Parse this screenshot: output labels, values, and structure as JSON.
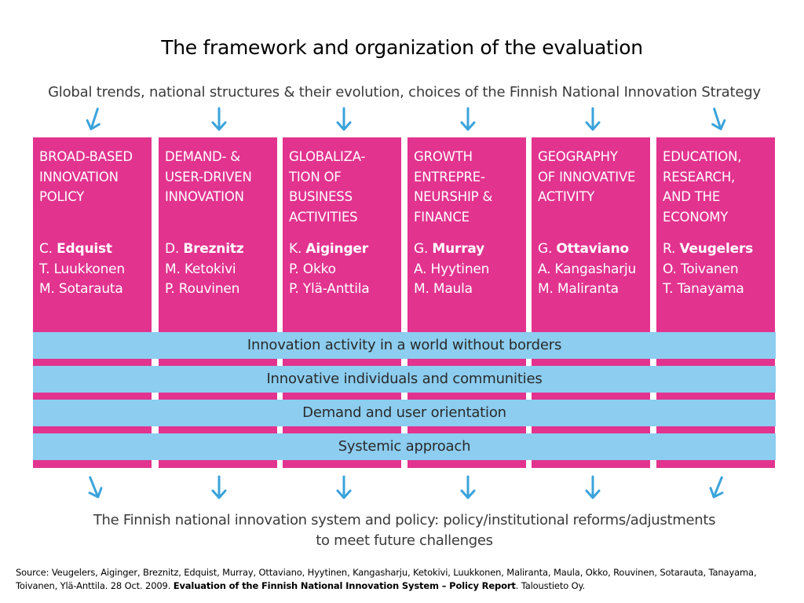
{
  "title": "The framework and organization of the evaluation",
  "top_caption": "Global trends, national structures & their evolution, choices of the Finnish National Innovation Strategy",
  "columns": [
    {
      "heading": "BROAD-BASED\nINNOVATION\nPOLICY",
      "lead_initial": "C.",
      "lead_name": "Edquist",
      "members": [
        "T. Luukkonen",
        "M. Sotarauta"
      ]
    },
    {
      "heading": "DEMAND- &\nUSER-DRIVEN\nINNOVATION",
      "lead_initial": "D.",
      "lead_name": "Breznitz",
      "members": [
        "M. Ketokivi",
        "P. Rouvinen"
      ]
    },
    {
      "heading": "GLOBALIZA-\nTION OF\nBUSINESS\nACTIVITIES",
      "lead_initial": "K.",
      "lead_name": "Aiginger",
      "members": [
        "P. Okko",
        "P. Ylä-Anttila"
      ]
    },
    {
      "heading": "GROWTH\nENTREPRE-\nNEURSHIP &\nFINANCE",
      "lead_initial": "G.",
      "lead_name": "Murray",
      "members": [
        "A. Hyytinen",
        "M. Maula"
      ]
    },
    {
      "heading": "GEOGRAPHY\nOF INNOVATIVE\nACTIVITY",
      "lead_initial": "G.",
      "lead_name": "Ottaviano",
      "members": [
        "A. Kangasharju",
        "M. Maliranta"
      ]
    },
    {
      "heading": "EDUCATION,\nRESEARCH,\nAND THE\nECONOMY",
      "lead_initial": "R.",
      "lead_name": "Veugelers",
      "members": [
        "O. Toivanen",
        "T. Tanayama"
      ]
    }
  ],
  "bands": [
    "Innovation activity in a world without borders",
    "Innovative individuals and communities",
    "Demand and user orientation",
    "Systemic approach"
  ],
  "bottom_caption": {
    "line1": "The Finnish national innovation system and policy: policy/institutional reforms/adjustments",
    "line2": "to meet future challenges"
  },
  "source": {
    "prefix": "Source: Veugelers, Aiginger, Breznitz, Edquist, Murray, Ottaviano, Hyytinen, Kangasharju, Ketokivi, Luukkonen, Maliranta, Maula, Okko, Rouvinen, Sotarauta, Tanayama, Toivanen, Ylä-Anttila. 28 Oct. 2009.",
    "bold": "Evaluation of the Finnish National Innovation System – Policy Report",
    "suffix": ". Taloustieto Oy."
  },
  "colors": {
    "pillar": "#e2338f",
    "band": "#8ccdf0",
    "arrow": "#3aa3db"
  },
  "icons": {
    "arrow": "arrow-down-icon"
  }
}
